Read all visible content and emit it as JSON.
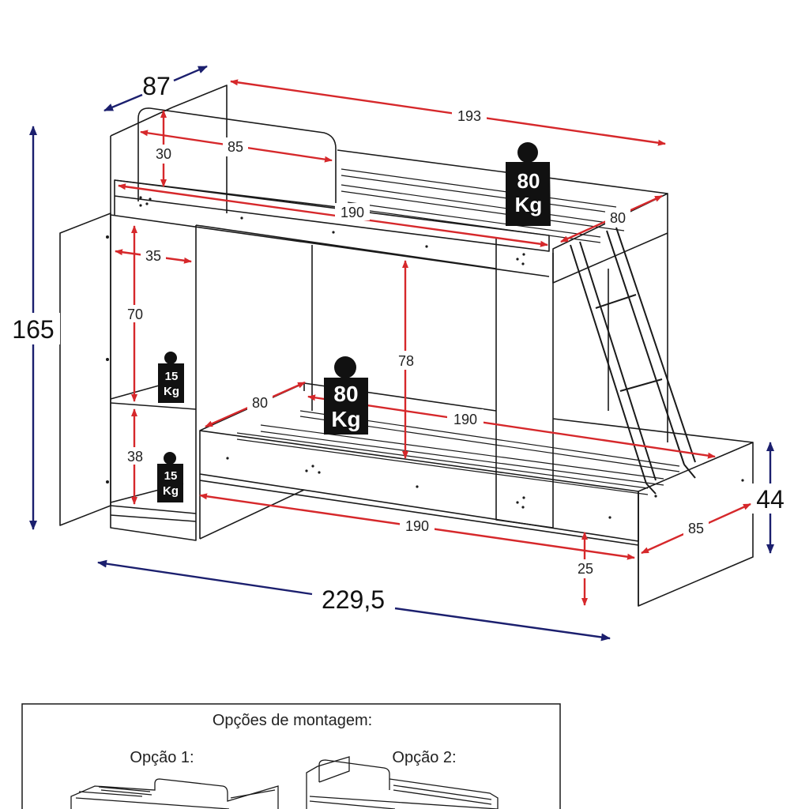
{
  "colors": {
    "dim_red": "#d6282b",
    "dim_blue": "#1b1f6e",
    "line": "#1a1a1a",
    "weight_bg": "#111111"
  },
  "dimensions": {
    "depth": "87",
    "height_total": "165",
    "length_total": "229,5",
    "height_right": "44",
    "top_length": "193",
    "guard_width": "85",
    "guard_height": "30",
    "top_bed_length": "190",
    "top_bed_width": "80",
    "shelf_depth": "35",
    "shelf_upper": "70",
    "shelf_lower": "38",
    "clearance": "78",
    "bottom_bed_width": "80",
    "bottom_bed_length_inner": "190",
    "bottom_bed_length": "190",
    "bottom_end_width": "85",
    "floor_gap": "25"
  },
  "weights": {
    "top": {
      "value": "80",
      "unit": "Kg"
    },
    "bottom": {
      "value": "80",
      "unit": "Kg"
    },
    "shelf_upper": {
      "value": "15",
      "unit": "Kg"
    },
    "shelf_lower": {
      "value": "15",
      "unit": "Kg"
    }
  },
  "assembly": {
    "title": "Opções de montagem:",
    "option1": "Opção 1:",
    "option2": "Opção 2:"
  }
}
